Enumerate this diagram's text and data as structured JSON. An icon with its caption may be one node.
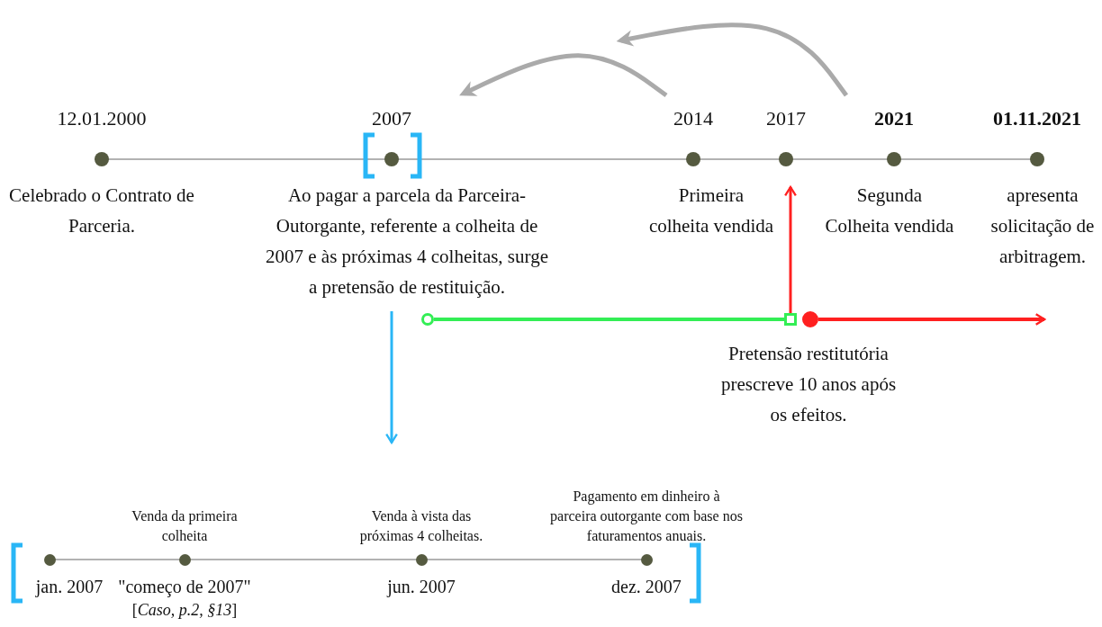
{
  "diagram": {
    "nodes": [
      {
        "text": [
          "12.01.2000",
          "Celebrado o Contrato de Parceria."
        ]
      },
      {
        "text": [
          "2007",
          "Ao pagar a parcela da Parceira-Outorgante, referente a colheita de 2007 e às próximas 4 colheitas, surge a pretensão de restituição."
        ]
      },
      {
        "text": [
          "2014",
          "Primeira colheita vendida"
        ]
      },
      {
        "text": [
          "2017"
        ]
      },
      {
        "text": [
          "2021",
          "Segunda Colheita vendida"
        ]
      },
      {
        "text": [
          "01.11.2021",
          "apresenta solicitação de arbitragem."
        ]
      },
      {
        "text": [],
        "shape": "circle"
      },
      {
        "text": [],
        "shape": "box"
      },
      {
        "text": [],
        "shape": "circle"
      },
      {
        "text": [
          "jan. 2007"
        ]
      },
      {
        "text": [
          "Venda da primeira colheita",
          "\"começo de 2007\"",
          "[*Caso, p.2, §13*]"
        ]
      },
      {
        "text": [
          "Venda à vista das próximas 4 colheitas.",
          "jun. 2007"
        ]
      },
      {
        "text": [
          "Pagamento em dinheiro à parceira outorgante com base nos faturamentos anuais.",
          "dez. 2007"
        ]
      }
    ],
    "edges": [
      {
        "from": 2,
        "to": 1,
        "arrow": "to"
      },
      {
        "from": 4,
        "to": null,
        "arrow": "to"
      },
      {
        "from": 1,
        "to": 11,
        "arrow": "to",
        "color": "#29b6f6"
      },
      {
        "from": 6,
        "to": 7,
        "arrow": "none",
        "color": "#33ee55"
      },
      {
        "from": 7,
        "to": 3,
        "arrow": "to",
        "color": "#ff2020"
      },
      {
        "from": 8,
        "to": null,
        "arrow": "to",
        "color": "#ff2020"
      }
    ],
    "labels": [
      "Pretensão restitutória prescreve 10 anos após os efeitos."
    ]
  }
}
